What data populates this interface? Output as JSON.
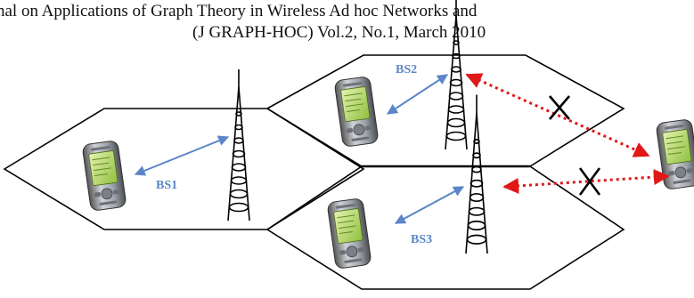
{
  "header": {
    "line1": "nal on Applications of Graph Theory in Wireless Ad hoc Networks and",
    "line2": "(J GRAPH-HOC) Vol.2, No.1, March 2010"
  },
  "stations": [
    {
      "id": "bs1",
      "label": "BS1"
    },
    {
      "id": "bs2",
      "label": "BS2"
    },
    {
      "id": "bs3",
      "label": "BS3"
    }
  ],
  "colors": {
    "label": "#5b86c8",
    "link": "#5b86c8",
    "broken_link": "#e01818",
    "cell_edge": "#000000",
    "device_screen": "#b8d66a"
  },
  "icons": {
    "tower": "lattice-tower-icon",
    "device": "pda-phone-icon",
    "blocked": "x-mark-icon"
  }
}
